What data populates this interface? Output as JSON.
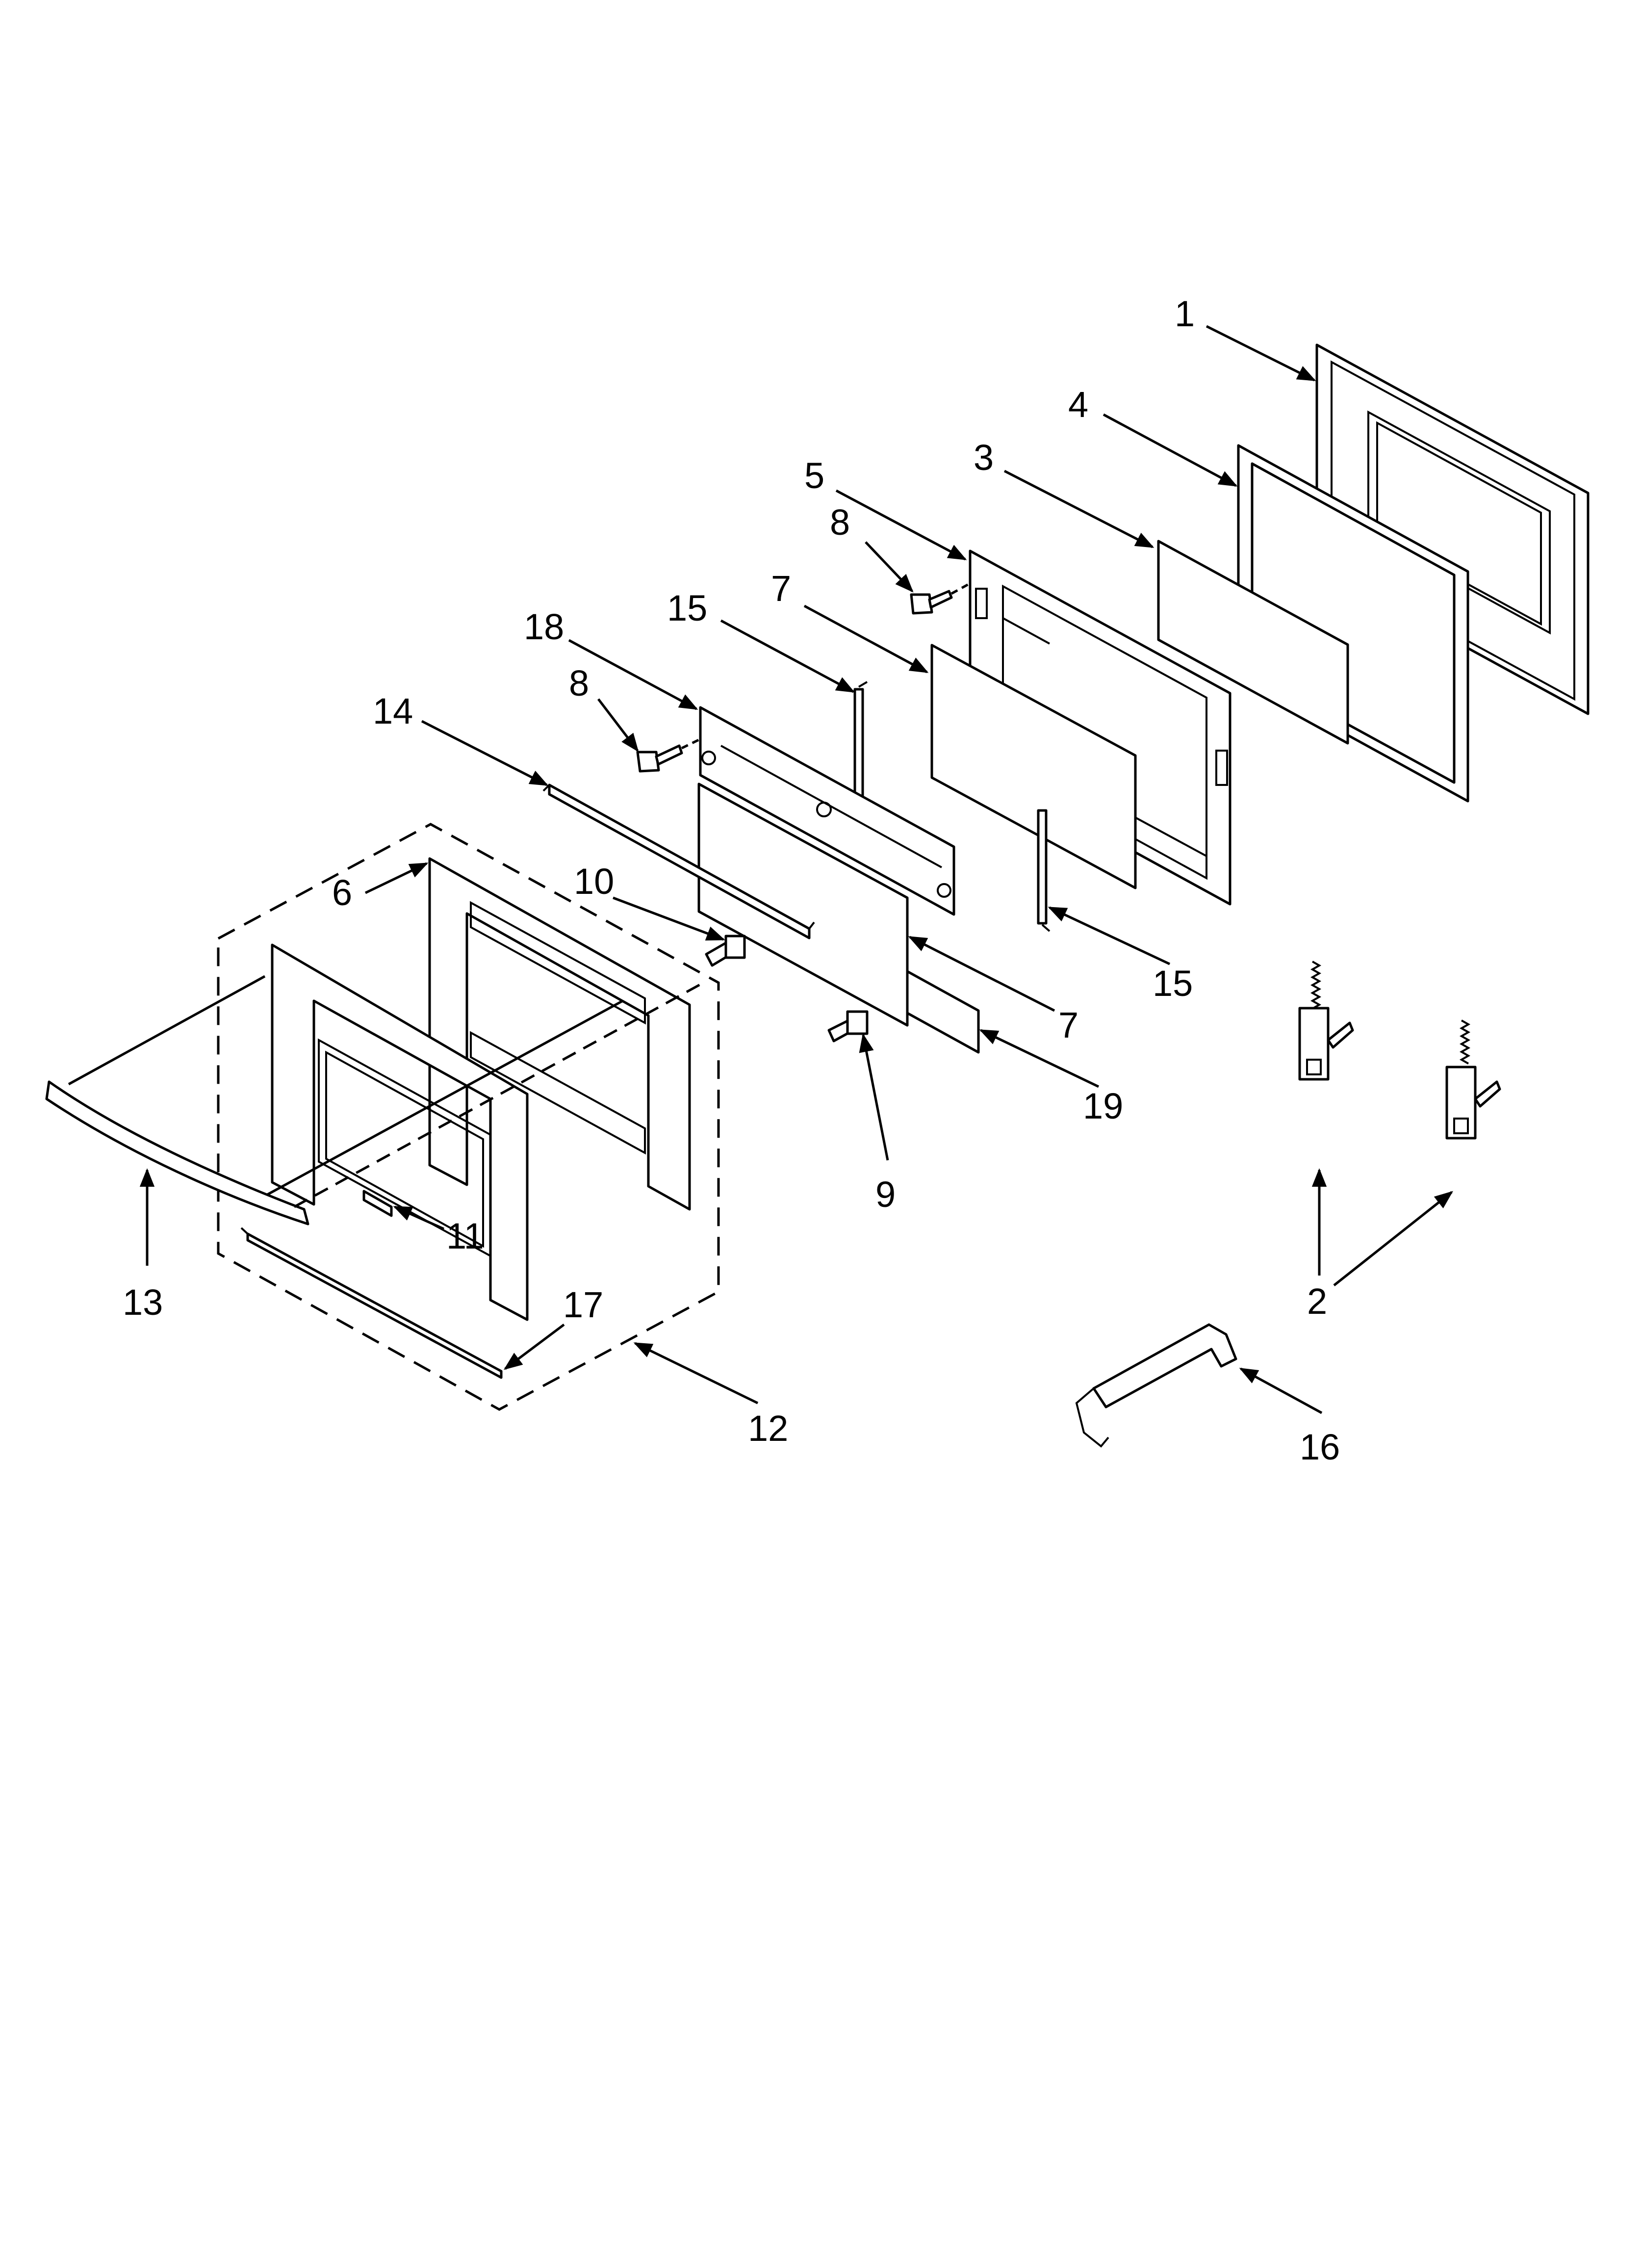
{
  "callouts": [
    {
      "id": "c1",
      "label": "1"
    },
    {
      "id": "c4",
      "label": "4"
    },
    {
      "id": "c5",
      "label": "5"
    },
    {
      "id": "c3",
      "label": "3"
    },
    {
      "id": "c8a",
      "label": "8"
    },
    {
      "id": "c7a",
      "label": "7"
    },
    {
      "id": "c18",
      "label": "18"
    },
    {
      "id": "c15a",
      "label": "15"
    },
    {
      "id": "c8b",
      "label": "8"
    },
    {
      "id": "c14",
      "label": "14"
    },
    {
      "id": "c10",
      "label": "10"
    },
    {
      "id": "c6",
      "label": "6"
    },
    {
      "id": "c15b",
      "label": "15"
    },
    {
      "id": "c7b",
      "label": "7"
    },
    {
      "id": "c19",
      "label": "19"
    },
    {
      "id": "c9",
      "label": "9"
    },
    {
      "id": "c11",
      "label": "11"
    },
    {
      "id": "c13",
      "label": "13"
    },
    {
      "id": "c17",
      "label": "17"
    },
    {
      "id": "c12",
      "label": "12"
    },
    {
      "id": "c2",
      "label": "2"
    },
    {
      "id": "c16",
      "label": "16"
    }
  ]
}
